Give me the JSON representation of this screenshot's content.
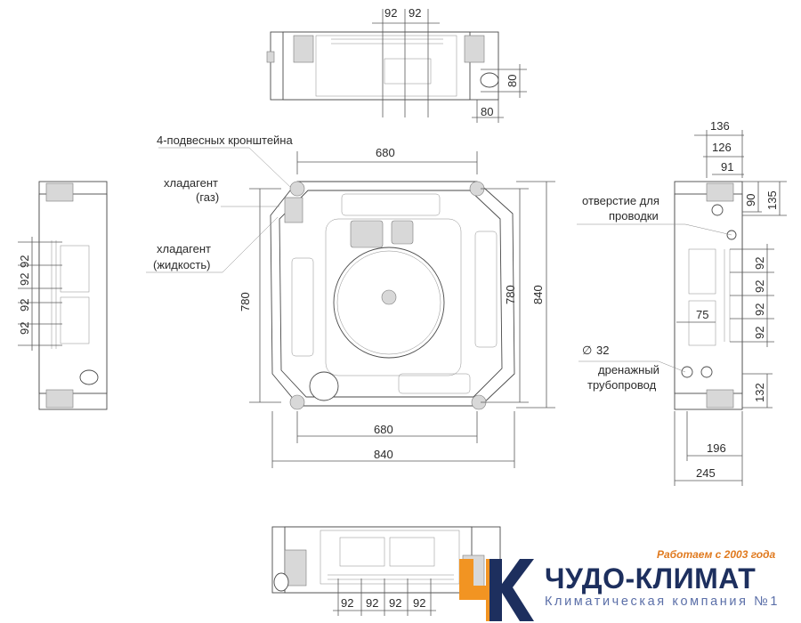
{
  "top_view": {
    "dims": [
      "92",
      "92",
      "80",
      "80"
    ]
  },
  "left_view": {
    "dims": [
      "92",
      "92",
      "92",
      "92",
      "92",
      "92"
    ]
  },
  "main_view": {
    "dims": {
      "top_680": "680",
      "bottom_680": "680",
      "bottom_840": "840",
      "left_780": "780",
      "right_780": "780",
      "right_840": "840"
    },
    "callouts": {
      "brackets": "4-подвесных кронштейна",
      "gas_line1": "хладагент",
      "gas_line2": "(газ)",
      "liquid_line1": "хладагент",
      "liquid_line2": "(жидкость)"
    }
  },
  "right_view": {
    "dims": {
      "d136": "136",
      "d126": "126",
      "d91": "91",
      "d90": "90",
      "d135": "135",
      "d92a": "92",
      "d92b": "92",
      "d92c": "92",
      "d92d": "92",
      "d75": "75",
      "d132": "132",
      "d196": "196",
      "d245": "245",
      "d32": "32",
      "diam_symbol": "∅"
    },
    "callouts": {
      "wiring_line1": "отверстие для",
      "wiring_line2": "проводки",
      "drain_line1": "дренажный",
      "drain_line2": "трубопровод"
    }
  },
  "bottom_view": {
    "dims": [
      "92",
      "92",
      "92",
      "92"
    ]
  },
  "logo": {
    "slogan": "Работаем с 2003 года",
    "brand": "ЧУДО-КЛИМАТ",
    "tagline": "Климатическая компания №1",
    "colors": {
      "orange": "#f29422",
      "navy": "#1d2f5e",
      "light_blue": "#5b6fa8"
    }
  }
}
